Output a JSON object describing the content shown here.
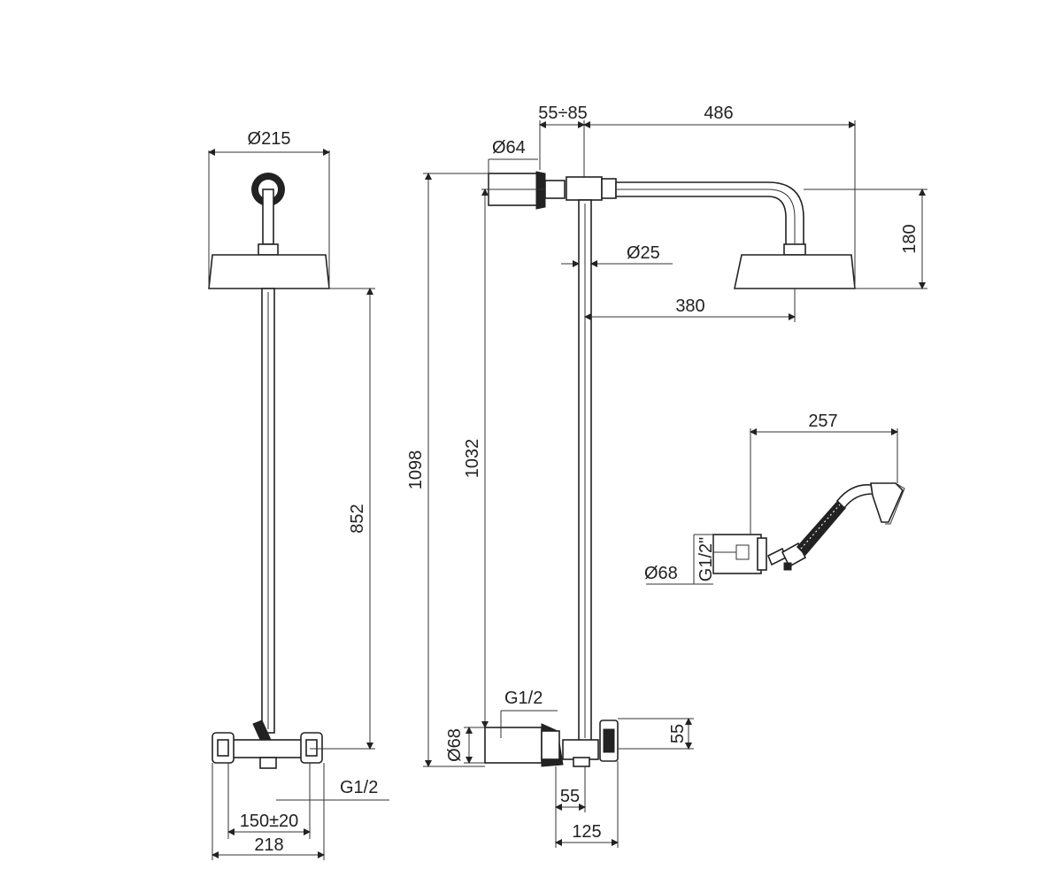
{
  "dimensions": {
    "front_head_diameter": "Ø215",
    "front_rail_height": "852",
    "front_inlet_thread": "G1/2",
    "front_center_distance": "150±20",
    "front_total_width": "218",
    "side_projection": "55÷85",
    "side_arm_length": "486",
    "side_flange_diameter": "Ø64",
    "side_pipe_diameter": "Ø25",
    "side_head_drop": "180",
    "side_head_reach": "380",
    "side_total_height": "1098",
    "side_outlet_height": "1032",
    "side_inlet_thread": "G1/2",
    "side_inlet_diameter": "Ø68",
    "side_mixer_depth": "55",
    "side_bottom_55": "55",
    "side_bottom_125": "125",
    "hand_length": "257",
    "hand_thread": "G1/2\"",
    "hand_flange_diameter": "Ø68"
  }
}
